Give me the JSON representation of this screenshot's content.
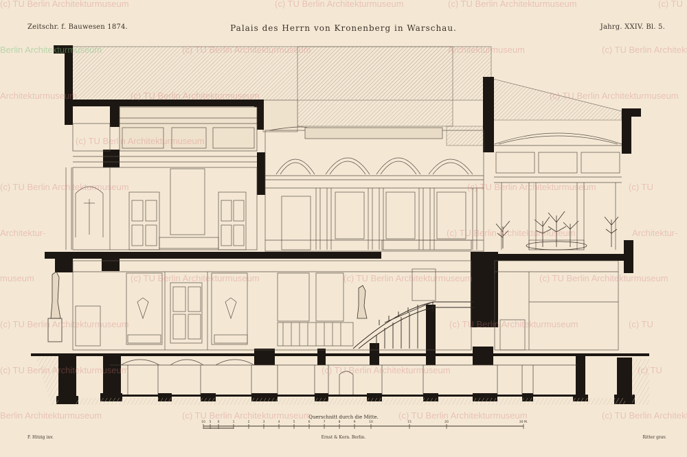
{
  "header": {
    "journal": "Zeitschr. f. Bauwesen 1874.",
    "title": "Palais des Herrn von Kronenberg in Warschau.",
    "plate": "Jahrg. XXIV. Bl. 5."
  },
  "caption": "Querschnitt durch die Mitte.",
  "footer": {
    "draftsman": "F. Hitzig inv.",
    "publisher": "Ernst & Korn. Berlin.",
    "engraver": "Ritter grav."
  },
  "scale_bar": {
    "labels": [
      "10",
      "5",
      "0",
      "1",
      "2",
      "3",
      "4",
      "5",
      "6",
      "7",
      "8",
      "9",
      "10",
      "15",
      "20",
      "30 M."
    ]
  },
  "watermark": {
    "text_full": "(c) TU Berlin Architekturmuseum",
    "text_short": "(c) TU",
    "text_left": "Berlin Architekturmuseum",
    "text_partial": "Architekturmuseum",
    "text_cut": "Architektur-",
    "text_museum": "museum"
  },
  "colors": {
    "paper": "#f4e8d5",
    "ink": "#1c1712",
    "line": "#5a4f45",
    "hatch": "#cfc3b3",
    "watermark": "#d47878",
    "watermark_green": "#7fbf7f"
  }
}
